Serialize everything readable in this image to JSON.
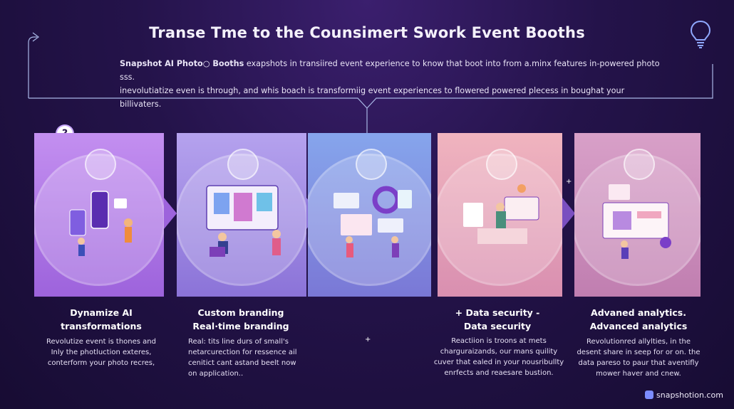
{
  "header": {
    "title": "Transe Tme to the Counsimert Swork Event Booths",
    "intro_bold": "Snapshot AI Photo○ Booths",
    "intro_line1": " exapshots in transiіred event experience to know that boot into from a.minx features in-powered photo sss.",
    "intro_line2": "inevolutiatize even is through, and whis boach is transformiig event experiences to flowered powered plecess in boughat your billivaters."
  },
  "icons": {
    "help": "question-mark-icon",
    "idea": "lightbulb-icon"
  },
  "help_mark": "?",
  "steps": [
    {
      "title_lines": [
        "Dynamize AI",
        "transformations"
      ],
      "body_lines": [
        "Revolutize event is thones and",
        "Inly the photluction exteres,",
        "conterform your photo recres,"
      ],
      "color": "#b57ee8",
      "icon": "photo-gallery-icon"
    },
    {
      "title_lines": [
        "Custom branding",
        "Real·time branding"
      ],
      "body_lines": [
        "Real: tits line durs of small's",
        "netarcurection for ressence ail",
        "cenitict cant astand beelt now",
        "on application.."
      ],
      "color": "#a994e4",
      "icon": "fingerprint-icon"
    },
    {
      "title_lines": [
        "+ Data security -",
        "Data security"
      ],
      "body_lines": [],
      "color": "#8c9ae8",
      "icon": "anchor-icon"
    },
    {
      "title_lines": [],
      "body_lines": [
        "Reactiion is troons at mets",
        "charguraizands, our mans quility",
        "cuver that ealed in your nousribullty",
        "enrfects and reaesare bustion."
      ],
      "color": "#e4a3b9",
      "icon": "books-icon"
    },
    {
      "title_lines": [
        "Advaned analytics.",
        "Advanced analytics"
      ],
      "body_lines": [
        "Revolutionred allylties, in the",
        "desent share in seep for or on. the",
        "data pareso to paur that aventifly",
        "mower haver and cnew."
      ],
      "color": "#c98fbd",
      "icon": "envelope-icon"
    }
  ],
  "sparkles": [
    "+",
    "+"
  ],
  "footer": {
    "brand": "snapshotion.com"
  }
}
